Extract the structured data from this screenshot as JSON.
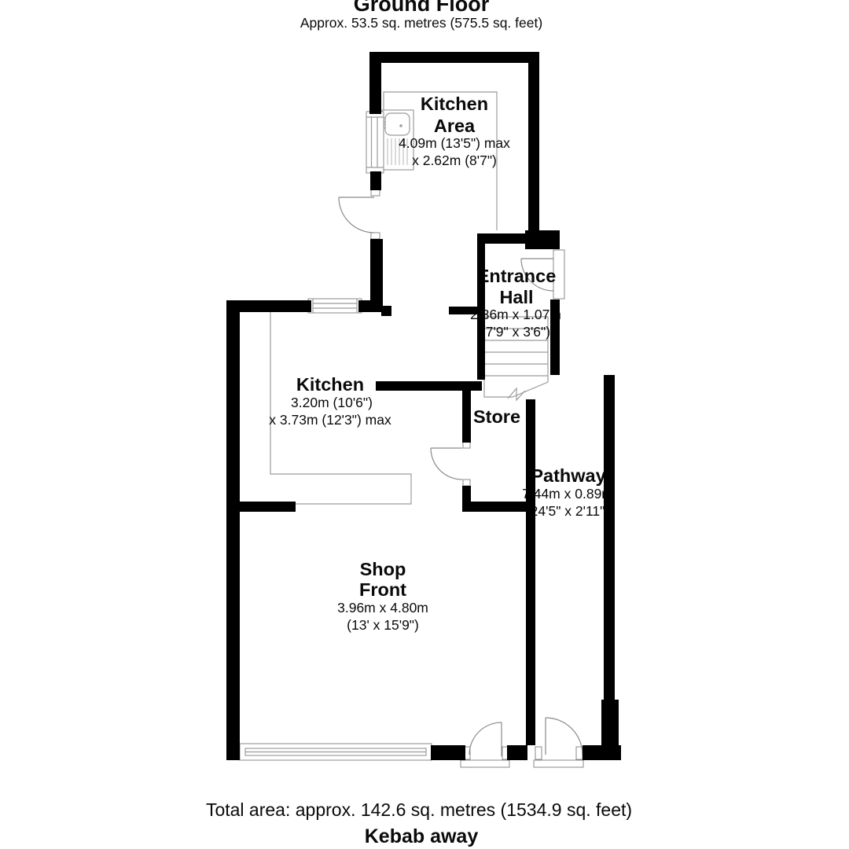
{
  "header": {
    "title": "Ground Floor",
    "subtitle": "Approx. 53.5 sq. metres (575.5 sq. feet)"
  },
  "rooms": {
    "kitchen_area": {
      "name1": "Kitchen",
      "name2": "Area",
      "dim1": "4.09m (13'5\") max",
      "dim2": "x 2.62m (8'7\")"
    },
    "entrance_hall": {
      "name1": "Entrance",
      "name2": "Hall",
      "dim1": "2.36m x 1.07m",
      "dim2": "(7'9\" x 3'6\")"
    },
    "kitchen": {
      "name1": "Kitchen",
      "dim1": "3.20m (10'6\")",
      "dim2": "x 3.73m (12'3\") max"
    },
    "store": {
      "name1": "Store"
    },
    "pathway": {
      "name1": "Pathway",
      "dim1": "7.44m x 0.89m",
      "dim2": "(24'5\" x 2'11\")"
    },
    "shop_front": {
      "name1": "Shop",
      "name2": "Front",
      "dim1": "3.96m x 4.80m",
      "dim2": "(13' x 15'9\")"
    }
  },
  "footer": {
    "total_area": "Total area: approx. 142.6 sq. metres (1534.9 sq. feet)",
    "brand": "Kebab away"
  },
  "colors": {
    "wall": "#000000",
    "interior_line": "#9b9b9b",
    "door_arc": "#8a8a8a",
    "text": "#0a0a0a"
  }
}
